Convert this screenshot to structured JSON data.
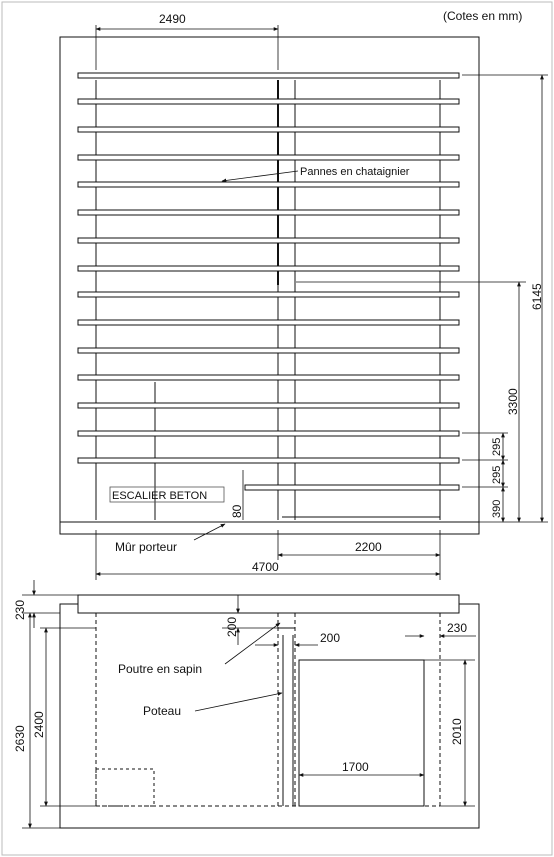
{
  "header": {
    "units_note": "(Cotes en mm)"
  },
  "plan": {
    "dims": {
      "top_width": "2490",
      "total_height": "6145",
      "partial_height": "3300",
      "spacing_a": "295",
      "spacing_b": "295",
      "spacing_c": "390",
      "step": "80",
      "right_width": "2200",
      "total_width": "4700"
    },
    "labels": {
      "purlins": "Pannes en chataignier",
      "stair": "ESCALIER BETON",
      "wall": "Mûr porteur"
    }
  },
  "elevation": {
    "dims": {
      "left_top": "230",
      "beam_gap": "200",
      "post_width": "200",
      "right_top": "230",
      "total_height": "2630",
      "height": "2400",
      "door_height": "2010",
      "door_width": "1700"
    },
    "labels": {
      "beam": "Poutre en sapin",
      "post": "Poteau"
    }
  }
}
